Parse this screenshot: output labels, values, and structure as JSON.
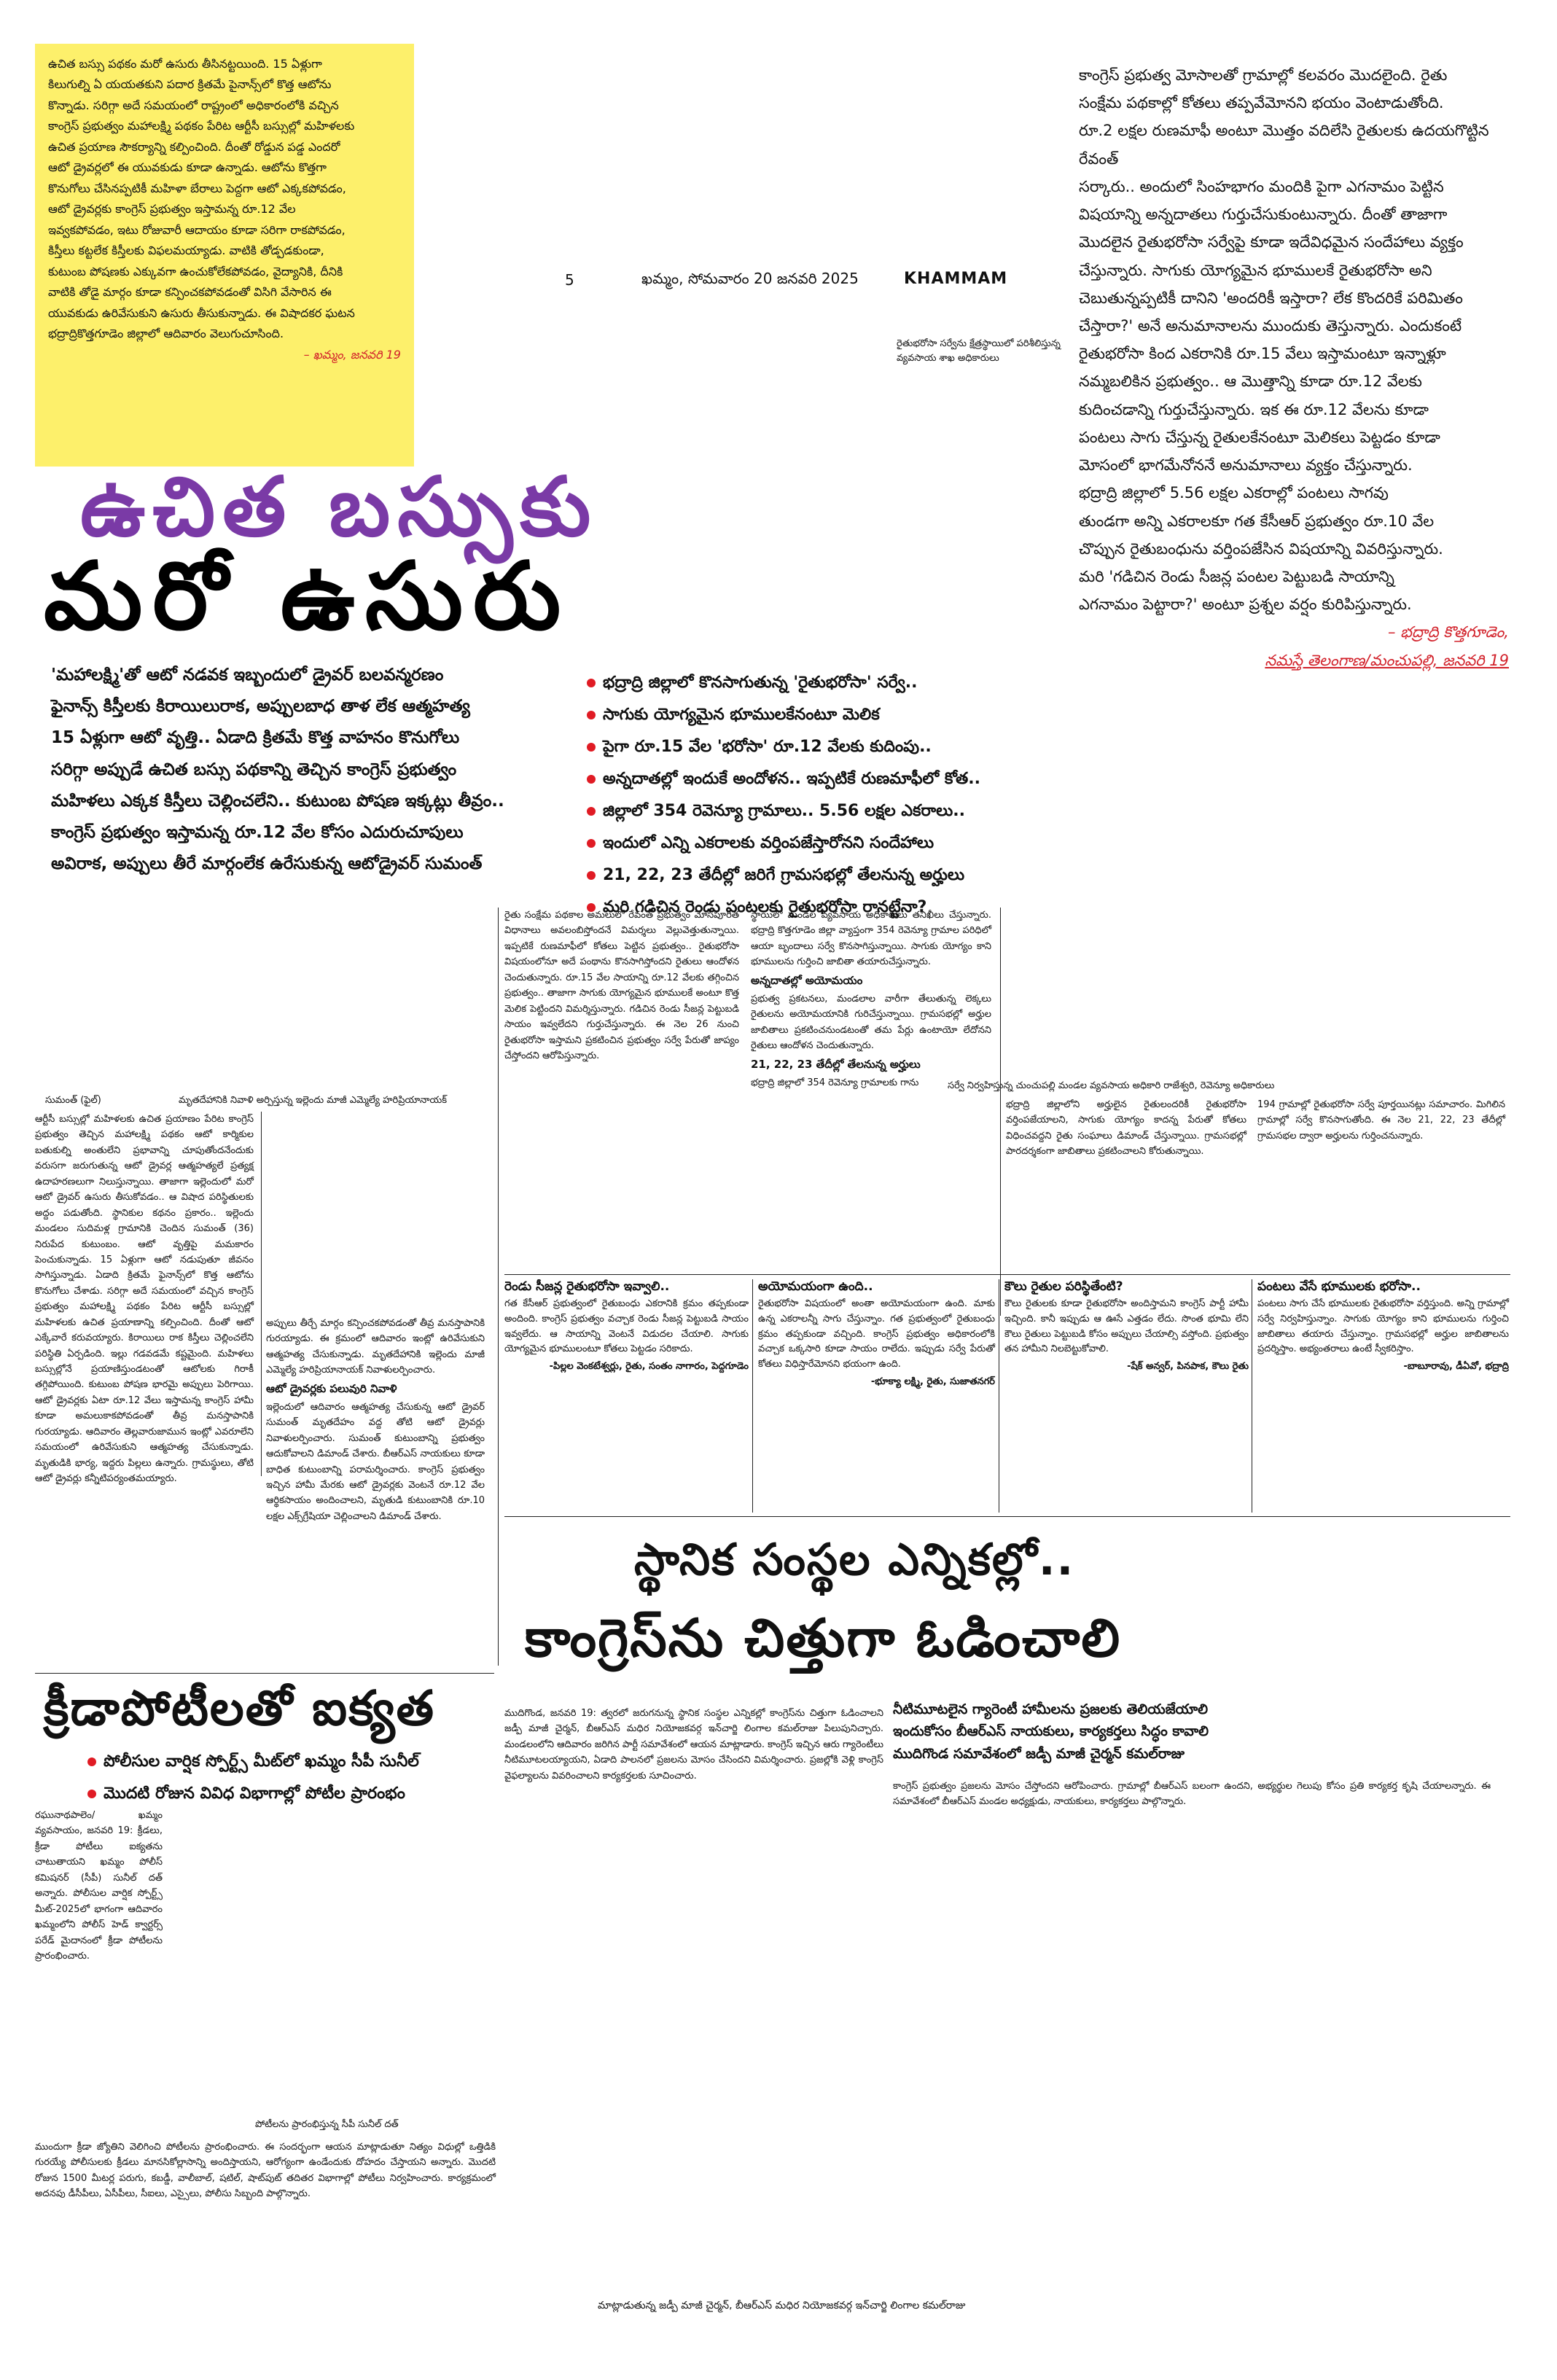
{
  "masthead": {
    "page_no": "5",
    "dateline": "ఖమ్మం, సోమవారం 20 జనవరి 2025",
    "edition": "KHAMMAM"
  },
  "yellow_box": {
    "lines": [
      "ఉచిత బస్సు పథకం మరో ఉసురు తీసినట్టయింది. 15 ఏళ్లుగా",
      "కిలుగుల్ని ఏ యయతకుని పదార క్రితమే పైనాన్స్‌లో కొత్త ఆటోను",
      "కొన్నాడు. సరిగ్గా అదే సమయంలో రాష్ట్రంలో అధికారంలోకి వచ్చిన",
      "కాంగ్రెస్ ప్రభుత్వం మహాలక్ష్మి పథకం పేరిట ఆర్టీసీ బస్సుల్లో మహిళలకు",
      "ఉచిత ప్రయాణ సౌకర్యాన్ని కల్పించింది. దీంతో రోడ్డున పడ్డ ఎందరో",
      "ఆటో డ్రైవర్లలో ఈ యువకుడు కూడా ఉన్నాడు. ఆటోను కొత్తగా",
      "కొనుగోలు చేసినప్పటికీ మహిళా బేరాలు పెద్దగా ఆటో ఎక్కకపోవడం,",
      "ఆటో డ్రైవర్లకు కాంగ్రెస్ ప్రభుత్వం ఇస్తామన్న రూ.12 వేల",
      "ఇవ్వకపోవడం, ఇటు రోజువారీ ఆదాయం కూడా సరిగా రాకపోవడం,",
      "కిస్తీలు కట్టలేక కిస్తీలకు విఫలమయ్యాడు. వాటికి తోడ్పడకుండా,",
      "కుటుంబ పోషణకు ఎక్కువగా ఉంచుకోలేకపోవడం, వైద్యానికి, దీనికి",
      "వాటికి తోడై మార్గం కూడా కన్పించకపోవడంతో విసిగి వేసారిన ఈ",
      "యువకుడు ఉరివేసుకుని ఉసురు తీసుకున్నాడు. ఈ విషాదకర ఘటన",
      "భద్రాద్రికొత్తగూడెం జిల్లాలో ఆదివారం వెలుగుచూసింది."
    ],
    "signature": "– ఖమ్మం, జనవరి 19"
  },
  "top_caption": "రైతుభరోసా సర్వేను క్షేత్రస్థాయిలో పరిశీలిస్తున్న వ్యవసాయ శాఖ అధికారులు",
  "right_story": {
    "lines": [
      "కాంగ్రెస్ ప్రభుత్వ మోసాలతో గ్రామాల్లో కలవరం మొదలైంది. రైతు",
      "సంక్షేమ పథకాల్లో కోతలు తప్పవేమోనని భయం వెంటాడుతోంది.",
      "రూ.2 లక్షల రుణమాఫీ అంటూ మొత్తం వదిలేసి రైతులకు ఉదయగొట్టిన రేవంత్",
      "సర్కారు.. అందులో సింహభాగం మందికి పైగా ఎగనామం పెట్టిన",
      "విషయాన్ని అన్నదాతలు గుర్తుచేసుకుంటున్నారు. దీంతో తాజాగా",
      "మొదలైన రైతుభరోసా సర్వేపై కూడా ఇదేవిధమైన సందేహాలు వ్యక్తం",
      "చేస్తున్నారు. సాగుకు యోగ్యమైన భూములకే రైతుభరోసా అని",
      "చెబుతున్నప్పటికీ దానిని 'అందరికీ ఇస్తారా? లేక కొందరికే పరిమితం",
      "చేస్తారా?' అనే అనుమానాలను ముందుకు తెస్తున్నారు. ఎందుకంటే",
      "రైతుభరోసా కింద ఎకరానికి రూ.15 వేలు ఇస్తామంటూ ఇన్నాళ్లూ",
      "నమ్మబలికిన ప్రభుత్వం.. ఆ మొత్తాన్ని కూడా రూ.12 వేలకు",
      "కుదించడాన్ని గుర్తుచేస్తున్నారు. ఇక ఈ రూ.12 వేలను కూడా",
      "పంటలు సాగు చేస్తున్న రైతులకేనంటూ మెలికలు పెట్టడం కూడా",
      "మోసంలో భాగమేనోననే అనుమానాలు వ్యక్తం చేస్తున్నారు.",
      "భద్రాద్రి జిల్లాలో 5.56 లక్షల ఎకరాల్లో పంటలు సాగవు",
      "తుండగా అన్ని ఎకరాలకూ గత కేసీఆర్ ప్రభుత్వం రూ.10 వేల",
      "చొప్పున రైతుబంధును వర్తింపజేసిన విషయాన్ని వివరిస్తున్నారు.",
      "మరి 'గడిచిన రెండు సీజన్ల పంటల పెట్టుబడి సాయాన్ని",
      "ఎగనామం పెట్టారా?' అంటూ ప్రశ్నల వర్షం కురిపిస్తున్నారు."
    ],
    "sig1": "– భద్రాద్రి కొత్తగూడెం,",
    "sig2": "నమస్తే తెలంగాణ/మంచుపల్లి, జనవరి 19"
  },
  "main_headline": {
    "line1": "ఉచిత బస్సుకు",
    "line2": "మరో ఉసురు"
  },
  "main_subheads": [
    "'మహాలక్ష్మి'తో ఆటో నడవక ఇబ్బందులో డ్రైవర్ బలవన్మరణం",
    "ఫైనాన్స్ కిస్తీలకు కిరాయిలురాక, అప్పులబాధ తాళ లేక ఆత్మహత్య",
    "15 ఏళ్లుగా ఆటో వృత్తి.. ఏడాది క్రితమే కొత్త వాహనం కొనుగోలు",
    "సరిగ్గా అప్పుడే ఉచిత బస్సు పథకాన్ని తెచ్చిన కాంగ్రెస్ ప్రభుత్వం",
    "మహిళలు ఎక్కక కిస్తీలు చెల్లించలేని.. కుటుంబ పోషణ ఇక్కట్లు తీవ్రం..",
    "కాంగ్రెస్ ప్రభుత్వం ఇస్తామన్న రూ.12 వేల కోసం ఎదురుచూపులు",
    "అవిరాక, అప్పులు తీరే మార్గంలేక ఉరేసుకున్న ఆటోడ్రైవర్ సుమంత్"
  ],
  "bullets": [
    "భద్రాద్రి జిల్లాలో కొనసాగుతున్న 'రైతుభరోసా' సర్వే..",
    "సాగుకు యోగ్యమైన భూములకేనంటూ మెలిక",
    "పైగా రూ.15 వేల 'భరోసా' రూ.12 వేలకు కుదింపు..",
    "అన్నదాతల్లో ఇందుకే అందోళన.. ఇప్పటికే రుణమాఫీలో కోత..",
    "జిల్లాలో 354 రెవెన్యూ గ్రామాలు.. 5.56 లక్షల ఎకరాలు..",
    "ఇందులో ఎన్ని ఎకరాలకు వర్తింపజేస్తారోనని సందేహాలు",
    "21, 22, 23 తేదీల్లో జరిగే గ్రామసభల్లో తేలనున్న అర్హులు",
    "మరి గడిచిన రెండు పంటలకు రైతుభరోసా రానట్టేనా?"
  ],
  "photo_captions": {
    "sumanth": "సుమంత్ (ఫైల్)",
    "family": "మృతదేహానికి నివాళి అర్పిస్తున్న ఇల్లెందు మాజీ ఎమ్మెల్యే హరిప్రియానాయక్",
    "survey": "సర్వే నిర్వహిస్తున్న చుంచుపల్లి మండల వ్యవసాయ అధికారి రాజేశ్వరి, రెవెన్యూ అధికారులు",
    "sports": "పోటీలను ప్రారంభిస్తున్న సీపీ సునీల్ దత్",
    "local": "మాట్లాడుతున్న జడ్పీ మాజీ చైర్మన్, బీఆర్ఎస్ మధిర నియోజకవర్గ ఇన్‌చార్జి లింగాల కమల్‌రాజు"
  },
  "col1_text": "ఆర్టీసీ బస్సుల్లో మహిళలకు ఉచిత ప్రయాణం పేరిట కాంగ్రెస్ ప్రభుత్వం తెచ్చిన మహాలక్ష్మి పథకం ఆటో కార్మికుల బతుకుల్ని అంతులేని ప్రభావాన్ని చూపుతోందనేందుకు వరుసగా జరుగుతున్న ఆటో డ్రైవర్ల ఆత్మహత్యలే ప్రత్యక్ష ఉదాహరణలుగా నిలుస్తున్నాయి. తాజాగా ఇల్లెందులో మరో ఆటో డ్రైవర్ ఉసురు తీసుకోవడం.. ఆ విషాద పరిస్థితులకు అద్దం పడుతోంది. స్థానికుల కథనం ప్రకారం.. ఇల్లెందు మండలం సుదిమళ్ల గ్రామానికి చెందిన సుమంత్ (36) నిరుపేద కుటుంబం. ఆటో వృత్తిపై మమకారం పెంచుకున్నాడు. 15 ఏళ్లుగా ఆటో నడుపుతూ జీవనం సాగిస్తున్నాడు. ఏడాది క్రితమే ఫైనాన్స్‌లో కొత్త ఆటోను కొనుగోలు చేశాడు. సరిగ్గా అదే సమయంలో వచ్చిన కాంగ్రెస్ ప్రభుత్వం మహాలక్ష్మి పథకం పేరిట ఆర్టీసీ బస్సుల్లో మహిళలకు ఉచిత ప్రయాణాన్ని కల్పించింది. దీంతో ఆటో ఎక్కేవారే కరువయ్యారు. కిరాయిలు రాక కిస్తీలు చెల్లించలేని పరిస్థితి ఏర్పడింది. ఇల్లు గడవడమే కష్టమైంది. మహిళలు బస్సుల్లోనే ప్రయాణిస్తుండటంతో ఆటోలకు గిరాకీ తగ్గిపోయింది. కుటుంబ పోషణ భారమై అప్పులు పెరిగాయి. ఆటో డ్రైవర్లకు ఏటా రూ.12 వేలు ఇస్తామన్న కాంగ్రెస్ హామీ కూడా అమలుకాకపోవడంతో తీవ్ర మనస్తాపానికి గురయ్యాడు. ఆదివారం తెల్లవారుజామున ఇంట్లో ఎవరూలేని సమయంలో ఉరివేసుకుని ఆత్మహత్య చేసుకున్నాడు. మృతుడికి భార్య, ఇద్దరు పిల్లలు ఉన్నారు. గ్రామస్థులు, తోటి ఆటో డ్రైవర్లు కన్నీటిపర్యంతమయ్యారు.",
  "col2_text": "అప్పులు తీర్చే మార్గం కన్పించకపోవడంతో తీవ్ర మనస్తాపానికి గురయ్యాడు. ఈ క్రమంలో ఆదివారం ఇంట్లో ఉరివేసుకుని ఆత్మహత్య చేసుకున్నాడు. మృతదేహానికి ఇల్లెందు మాజీ ఎమ్మెల్యే హరిప్రియానాయక్ నివాళులర్పించారు.",
  "col2_head": "ఆటో డ్రైవర్లకు పలువురి నివాళి",
  "col2_text2": "ఇల్లెందులో ఆదివారం ఆత్మహత్య చేసుకున్న ఆటో డ్రైవర్ సుమంత్ మృతదేహం వద్ద తోటి ఆటో డ్రైవర్లు నివాళులర్పించారు. సుమంత్ కుటుంబాన్ని ప్రభుత్వం ఆదుకోవాలని డిమాండ్ చేశారు. బీఆర్ఎస్ నాయకులు కూడా బాధిత కుటుంబాన్ని పరామర్శించారు. కాంగ్రెస్ ప్రభుత్వం ఇచ్చిన హామీ మేరకు ఆటో డ్రైవర్లకు వెంటనే రూ.12 వేల ఆర్థికసాయం అందించాలని, మృతుడి కుటుంబానికి రూ.10 లక్షల ఎక్స్‌గ్రేషియా చెల్లించాలని డిమాండ్ చేశారు.",
  "col3_text": "రైతు సంక్షేమ పథకాల అమలులో రేవంత్ ప్రభుత్వం మోసపూరిత విధానాలు అవలంబిస్తోందనే విమర్శలు వెల్లువెత్తుతున్నాయి. ఇప్పటికే రుణమాఫీలో కోతలు పెట్టిన ప్రభుత్వం.. రైతుభరోసా విషయంలోనూ అదే పంథాను కొనసాగిస్తోందని రైతులు ఆందోళన చెందుతున్నారు. రూ.15 వేల సాయాన్ని రూ.12 వేలకు తగ్గించిన ప్రభుత్వం.. తాజాగా సాగుకు యోగ్యమైన భూములకే అంటూ కొత్త మెలిక పెట్టిందని విమర్శిస్తున్నారు. గడిచిన రెండు సీజన్ల పెట్టుబడి సాయం ఇవ్వలేదని గుర్తుచేస్తున్నారు. ఈ నెల 26 నుంచి రైతుభరోసా ఇస్తామని ప్రకటించిన ప్రభుత్వం సర్వే పేరుతో జాప్యం చేస్తోందని ఆరోపిస్తున్నారు.",
  "col3_head": "అన్నదాతల్లో అయోమయం",
  "col4_text": "స్థాయిలో మండల వ్యవసాయ అధికారులు తనిఖీలు చేస్తున్నారు. భద్రాద్రి కొత్తగూడెం జిల్లా వ్యాప్తంగా 354 రెవెన్యూ గ్రామాల పరిధిలో ఆయా బృందాలు సర్వే కొనసాగిస్తున్నాయి. సాగుకు యోగ్యం కాని భూములను గుర్తించి జాబితా తయారుచేస్తున్నారు.",
  "col4_text2": "ప్రభుత్వ ప్రకటనలు, మండలాల వారీగా తేలుతున్న లెక్కలు రైతులను అయోమయానికి గురిచేస్తున్నాయి. గ్రామసభల్లో అర్హుల జాబితాలు ప్రకటించనుండటంతో తమ పేర్లు ఉంటాయో లేదోనని రైతులు ఆందోళన చెందుతున్నారు.",
  "col4_head": "21, 22, 23 తేదీల్లో తేలనున్న అర్హులు",
  "col4_text3": "భద్రాద్రి జిల్లాలో 354 రెవెన్యూ గ్రామాలకు గాను",
  "col5_text": "భద్రాద్రి జిల్లాలోని అర్హులైన రైతులందరికీ రైతుభరోసా వర్తింపజేయాలని, సాగుకు యోగ్యం కాదన్న పేరుతో కోతలు విధించవద్దని రైతు సంఘాలు డిమాండ్ చేస్తున్నాయి. గ్రామసభల్లో పారదర్శకంగా జాబితాలు ప్రకటించాలని కోరుతున్నాయి.",
  "col6_text": "194 గ్రామాల్లో రైతుభరోసా సర్వే పూర్తయినట్లు సమాచారం. మిగిలిన గ్రామాల్లో సర్వే కొనసాగుతోంది. ఈ నెల 21, 22, 23 తేదీల్లో గ్రామసభల ద్వారా అర్హులను గుర్తించనున్నారు.",
  "quotes": [
    {
      "head": "రెండు సీజన్ల రైతుభరోసా ఇవ్వాలి..",
      "body": "గత కేసీఆర్ ప్రభుత్వంలో రైతుబంధు ఎకరానికి క్రమం తప్పకుండా అందింది. కాంగ్రెస్ ప్రభుత్వం వచ్చాక రెండు సీజన్ల పెట్టుబడి సాయం ఇవ్వలేదు. ఆ సాయాన్ని వెంటనే విడుదల చేయాలి. సాగుకు యోగ్యమైన భూములంటూ కోతలు పెట్టడం సరికాదు.",
      "sig": "-పిల్లల వెంకటేశ్వర్లు, రైతు, సంతం నాగారం, పెద్దగూడెం"
    },
    {
      "head": "అయోమయంగా ఉంది..",
      "body": "రైతుభరోసా విషయంలో అంతా అయోమయంగా ఉంది. మాకు ఉన్న ఎకరాలన్నీ సాగు చేస్తున్నాం. గత ప్రభుత్వంలో రైతుబంధు క్రమం తప్పకుండా వచ్చింది. కాంగ్రెస్ ప్రభుత్వం అధికారంలోకి వచ్చాక ఒక్కసారి కూడా సాయం రాలేదు. ఇప్పుడు సర్వే పేరుతో కోతలు విధిస్తారేమోనని భయంగా ఉంది.",
      "sig": "-భూక్యా లక్ష్మి, రైతు, సుజాతనగర్"
    },
    {
      "head": "కౌలు రైతుల పరిస్థితేంటి?",
      "body": "కౌలు రైతులకు కూడా రైతుభరోసా అందిస్తామని కాంగ్రెస్ పార్టీ హామీ ఇచ్చింది. కానీ ఇప్పుడు ఆ ఊసే ఎత్తడం లేదు. సొంత భూమి లేని కౌలు రైతులు పెట్టుబడి కోసం అప్పులు చేయాల్సి వస్తోంది. ప్రభుత్వం తన హామీని నిలబెట్టుకోవాలి.",
      "sig": "-షేక్ అన్వర్, పినపాక, కౌలు రైతు"
    },
    {
      "head": "పంటలు వేసే భూములకు భరోసా..",
      "body": "పంటలు సాగు చేసే భూములకు రైతుభరోసా వర్తిస్తుంది. అన్ని గ్రామాల్లో సర్వే నిర్వహిస్తున్నాం. సాగుకు యోగ్యం కాని భూములను గుర్తించి జాబితాలు తయారు చేస్తున్నాం. గ్రామసభల్లో అర్హుల జాబితాలను ప్రదర్శిస్తాం. అభ్యంతరాలు ఉంటే స్వీకరిస్తాం.",
      "sig": "-బాబూరావు, డీఏవో, భద్రాద్రి"
    }
  ],
  "local_story": {
    "title1": "స్థానిక సంస్థల ఎన్నికల్లో..",
    "title2": "కాంగ్రెస్‌ను చిత్తుగా ఓడించాలి",
    "deck": [
      "నీటిమూటలైన గ్యారెంటీ హామీలను ప్రజలకు తెలియజేయాలి",
      "ఇందుకోసం బీఆర్ఎస్ నాయకులు, కార్యకర్తలు సిద్ధం కావాలి",
      "ముదిగొండ సమావేశంలో జడ్పీ మాజీ చైర్మన్ కమల్‌రాజు"
    ],
    "text_left": "ముదిగొండ, జనవరి 19: త్వరలో జరుగనున్న స్థానిక సంస్థల ఎన్నికల్లో కాంగ్రెస్‌ను చిత్తుగా ఓడించాలని జడ్పీ మాజీ చైర్మన్, బీఆర్ఎస్ మధిర నియోజకవర్గ ఇన్‌చార్జి లింగాల కమల్‌రాజు పిలుపునిచ్చారు. మండలంలోని ఆదివారం జరిగిన పార్టీ సమావేశంలో ఆయన మాట్లాడారు. కాంగ్రెస్ ఇచ్చిన ఆరు గ్యారెంటీలు నీటిమూటలయ్యాయని, ఏడాది పాలనలో ప్రజలను మోసం చేసిందని విమర్శించారు. ప్రజల్లోకి వెళ్లి కాంగ్రెస్ వైఫల్యాలను వివరించాలని కార్యకర్తలకు సూచించారు.",
    "text_right": "కాంగ్రెస్ ప్రభుత్వం ప్రజలను మోసం చేస్తోందని ఆరోపించారు. గ్రామాల్లో బీఆర్ఎస్ బలంగా ఉందని, అభ్యర్థుల గెలుపు కోసం ప్రతి కార్యకర్త కృషి చేయాలన్నారు. ఈ సమావేశంలో బీఆర్ఎస్ మండల అధ్యక్షుడు, నాయకులు, కార్యకర్తలు పాల్గొన్నారు."
  },
  "sports_story": {
    "title": "క్రీడాపోటీలతో ఐక్యత",
    "bullets": [
      "పోలీసుల వార్షిక స్పోర్ట్స్ మీట్‌లో ఖమ్మం సీపీ సునీల్",
      "మొదటి రోజున వివిధ విభాగాల్లో పోటీల ప్రారంభం"
    ],
    "text_left": "రఘునాథపాలెం/ ఖమ్మం వ్యవసాయం, జనవరి 19: క్రీడలు, క్రీడా పోటీలు ఐక్యతను చాటుతాయని ఖమ్మం పోలీస్ కమిషనర్ (సీపీ) సునీల్ దత్ అన్నారు. పోలీసుల వార్షిక స్పోర్ట్స్ మీట్-2025లో భాగంగా ఆదివారం ఖమ్మంలోని పోలీస్ హెడ్ క్వార్టర్స్ పరేడ్ మైదానంలో క్రీడా పోటీలను ప్రారంభించారు.",
    "text_bottom": "ముందుగా క్రీడా జ్యోతిని వెలిగించి పోటీలను ప్రారంభించారు. ఈ సందర్భంగా ఆయన మాట్లాడుతూ నిత్యం విధుల్లో ఒత్తిడికి గురయ్యే పోలీసులకు క్రీడలు మానసికోల్లాసాన్ని అందిస్తాయని, ఆరోగ్యంగా ఉండేందుకు దోహదం చేస్తాయని అన్నారు. మొదటి రోజున 1500 మీటర్ల పరుగు, కబడ్డీ, వాలీబాల్, షటిల్, షాట్‌పుట్ తదితర విభాగాల్లో పోటీలు నిర్వహించారు. కార్యక్రమంలో అదనపు డీసీపీలు, ఏసీపీలు, సీఐలు, ఎస్సైలు, పోలీసు సిబ్బంది పాల్గొన్నారు."
  }
}
